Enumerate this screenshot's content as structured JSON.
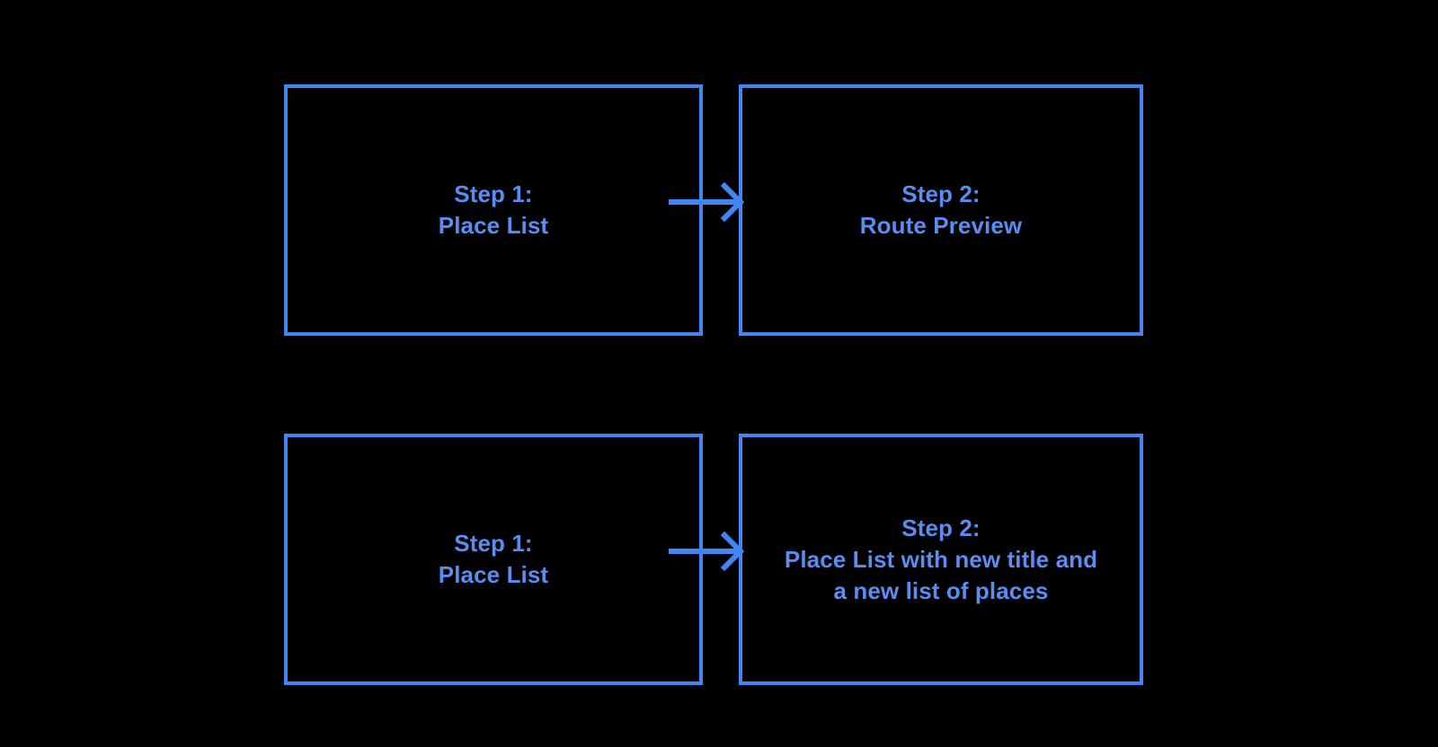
{
  "diagram": {
    "background_color": "#000000",
    "accent_color": "#4285f4",
    "text_color": "#5a8df2",
    "flows": [
      {
        "id": "route-preview-flow",
        "from": {
          "title": "Step 1:",
          "subtitle": "Place List",
          "text": "Step 1:\nPlace List"
        },
        "connector": {
          "icon": "arrow-right-icon",
          "direction": "right"
        },
        "to": {
          "title": "Step 2:",
          "subtitle": "Route Preview",
          "text": "Step 2:\nRoute Preview"
        }
      },
      {
        "id": "new-place-list-flow",
        "from": {
          "title": "Step 1:",
          "subtitle": "Place List",
          "text": "Step 1:\nPlace List"
        },
        "connector": {
          "icon": "arrow-right-icon",
          "direction": "right"
        },
        "to": {
          "title": "Step 2:",
          "subtitle": "Place List with new title and a new list of places",
          "text": "Step 2:\nPlace List with new title and\na new list of places"
        }
      }
    ]
  }
}
